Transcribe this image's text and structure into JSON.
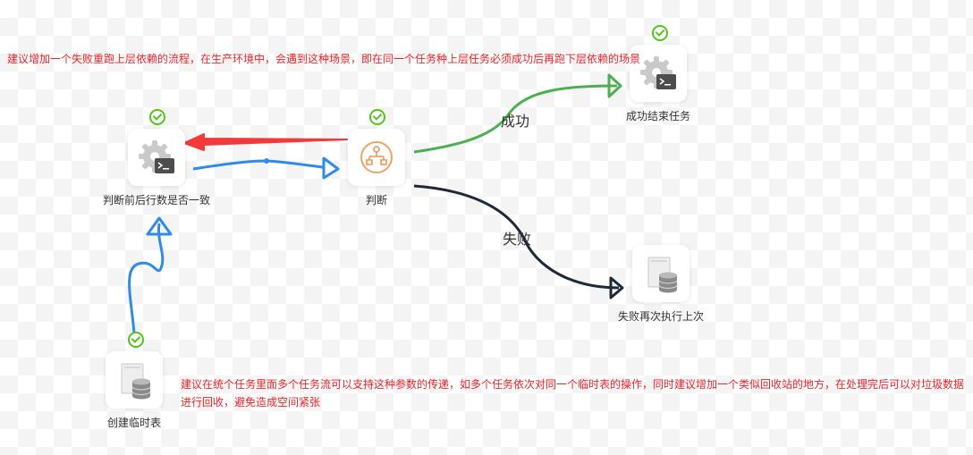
{
  "annotations": {
    "top": "建议增加一个失败重跑上层依赖的流程，在生产环境中，会遇到这种场景，即在同一个任务种上层任务必须成功后再跑下层依赖的场景",
    "bottom": "建议在统个任务里面多个任务流可以支持这种参数的传递，如多个任务依次对同一个临时表的操作，同时建议增加一个类似回收站的地方，在处理完后可以对垃圾数据进行回收，避免造成空间紧张"
  },
  "nodes": {
    "compare": {
      "label": "判断前后行数是否一致",
      "icon": "gear-terminal-icon",
      "status": "success"
    },
    "judge": {
      "label": "判断",
      "icon": "condition-icon",
      "status": "success"
    },
    "success_end": {
      "label": "成功结束任务",
      "icon": "gear-terminal-icon",
      "status": "success"
    },
    "fail_rerun": {
      "label": "失败再次执行上次",
      "icon": "database-icon"
    },
    "create_temp": {
      "label": "创建临时表",
      "icon": "database-icon",
      "status": "success"
    }
  },
  "edges": {
    "success_label": "成功",
    "fail_label": "失败"
  },
  "colors": {
    "success_edge": "#4caf50",
    "fail_edge": "#1f2a37",
    "flow_edge": "#2f8ae8",
    "annotation_arrow": "#f23a3a",
    "status_ok": "#52c41a",
    "note_text": "#e8252b",
    "condition_icon": "#f0a263"
  }
}
